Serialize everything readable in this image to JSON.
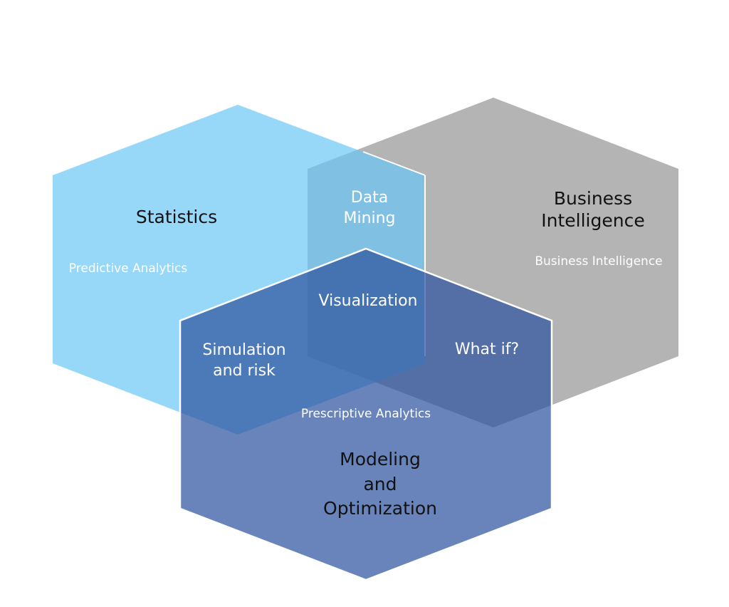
{
  "diagram": {
    "type": "overlapping-hexagons",
    "colors": {
      "statistics": "#97d8f8",
      "business_intelligence": "#b4b4b4",
      "stats_bi_overlap": "#7fc0e3",
      "modeling": "#2f54a0",
      "border": "#ffffff"
    },
    "hexagons": [
      {
        "id": "statistics",
        "title": "Statistics",
        "subtitle": "Predictive Analytics"
      },
      {
        "id": "business_intelligence",
        "title_lines": [
          "Business",
          "Intelligence"
        ],
        "subtitle": "Business Intelligence"
      },
      {
        "id": "modeling",
        "title_lines": [
          "Modeling",
          "and",
          "Optimization"
        ],
        "subtitle": "Prescriptive Analytics"
      }
    ],
    "overlaps": {
      "statistics_business_intelligence": [
        "Data",
        "Mining"
      ],
      "all_three": "Visualization",
      "statistics_modeling": [
        "Simulation",
        "and risk"
      ],
      "business_intelligence_modeling": "What if?"
    }
  }
}
